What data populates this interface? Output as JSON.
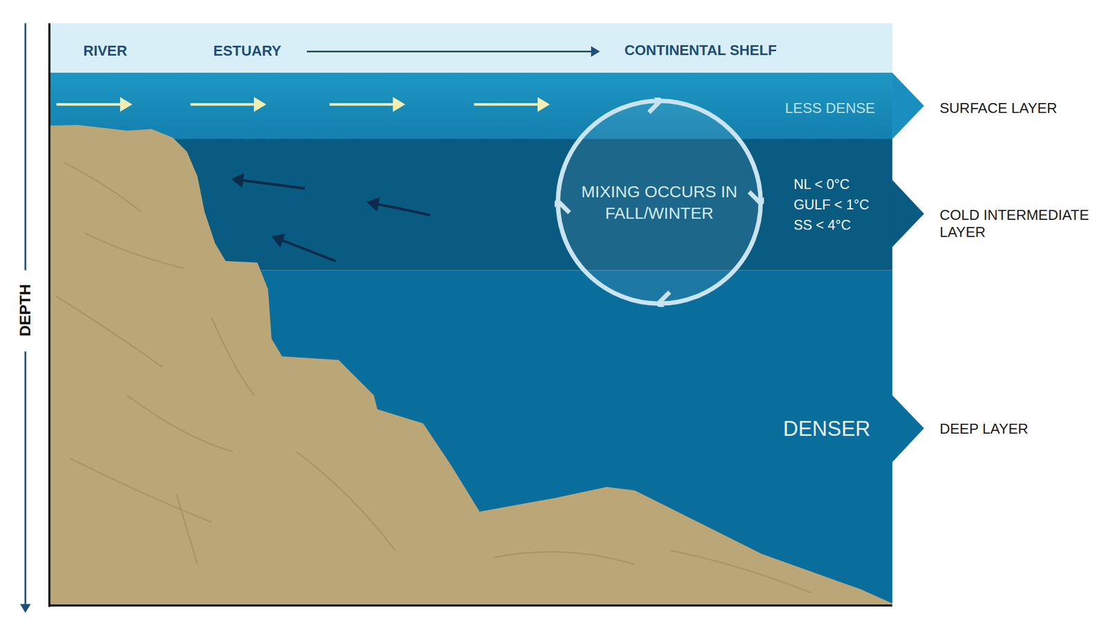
{
  "diagram": {
    "nodes": [
      {
        "text": [
          "MIXING OCCURS IN FALL/WINTER"
        ]
      }
    ],
    "labels": [
      "RIVER",
      "ESTUARY",
      "CONTINENTAL SHELF",
      "LESS DENSE",
      "NL < 0°C",
      "GULF < 1°C",
      "SS < 4°C",
      "DENSER",
      "SURFACE LAYER",
      "COLD INTERMEDIATE LAYER",
      "DEEP LAYER",
      "DEPTH"
    ]
  }
}
